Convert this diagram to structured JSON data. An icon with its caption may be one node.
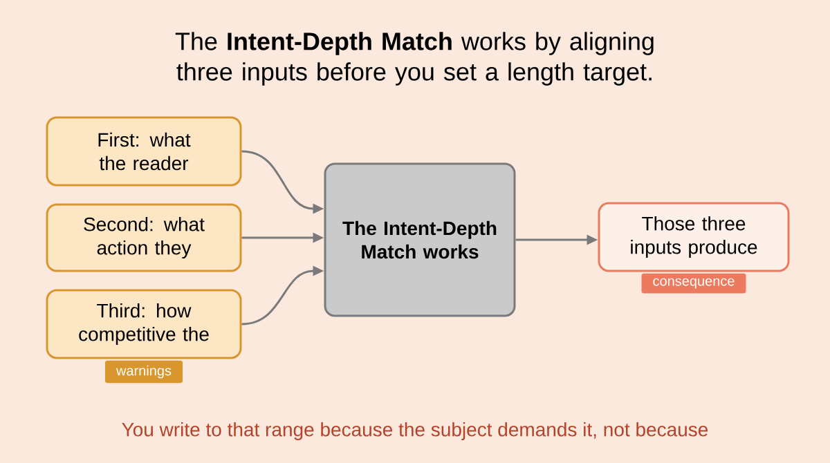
{
  "diagram": {
    "title": "The **Intent-Depth Match** works by aligning three inputs before you set a length target.",
    "nodes": [
      {
        "text": [
          "First: what the reader"
        ]
      },
      {
        "text": [
          "Second: what action they"
        ]
      },
      {
        "text": [
          "Third: how competitive the"
        ],
        "beside": [
          "warnings"
        ]
      },
      {
        "text": [
          "The Intent-Depth Match works"
        ]
      },
      {
        "text": [
          "Those three inputs produce"
        ],
        "beside": [
          "consequence"
        ]
      }
    ],
    "edges": [
      {
        "from": 0,
        "to": 3,
        "arrow": "to"
      },
      {
        "from": 1,
        "to": 3,
        "arrow": "to"
      },
      {
        "from": 2,
        "to": 3,
        "arrow": "to"
      },
      {
        "from": 3,
        "to": 4,
        "arrow": "to"
      }
    ],
    "caption": "You write to that range because the subject demands it, not because"
  }
}
